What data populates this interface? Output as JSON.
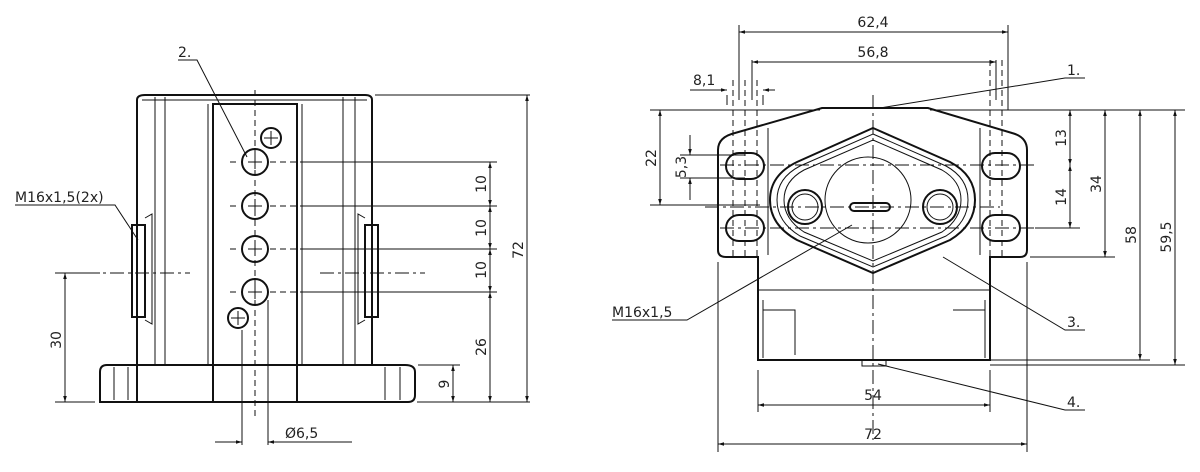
{
  "left_view": {
    "labels": {
      "item2": "2.",
      "thread": "M16x1,5(2x)"
    },
    "dims": {
      "p10a": "10",
      "p10b": "10",
      "p10c": "10",
      "h72": "72",
      "h26": "26",
      "h30": "30",
      "h9": "9",
      "dia": "Ø6,5"
    }
  },
  "right_view": {
    "labels": {
      "item1": "1.",
      "item3": "3.",
      "item4": "4.",
      "thread": "M16x1,5"
    },
    "dims": {
      "w624": "62,4",
      "w568": "56,8",
      "w81": "8,1",
      "v22": "22",
      "v53": "5,3",
      "v13": "13",
      "v14": "14",
      "v34": "34",
      "v58": "58",
      "v595": "59,5",
      "w54": "54",
      "w72": "72"
    }
  }
}
